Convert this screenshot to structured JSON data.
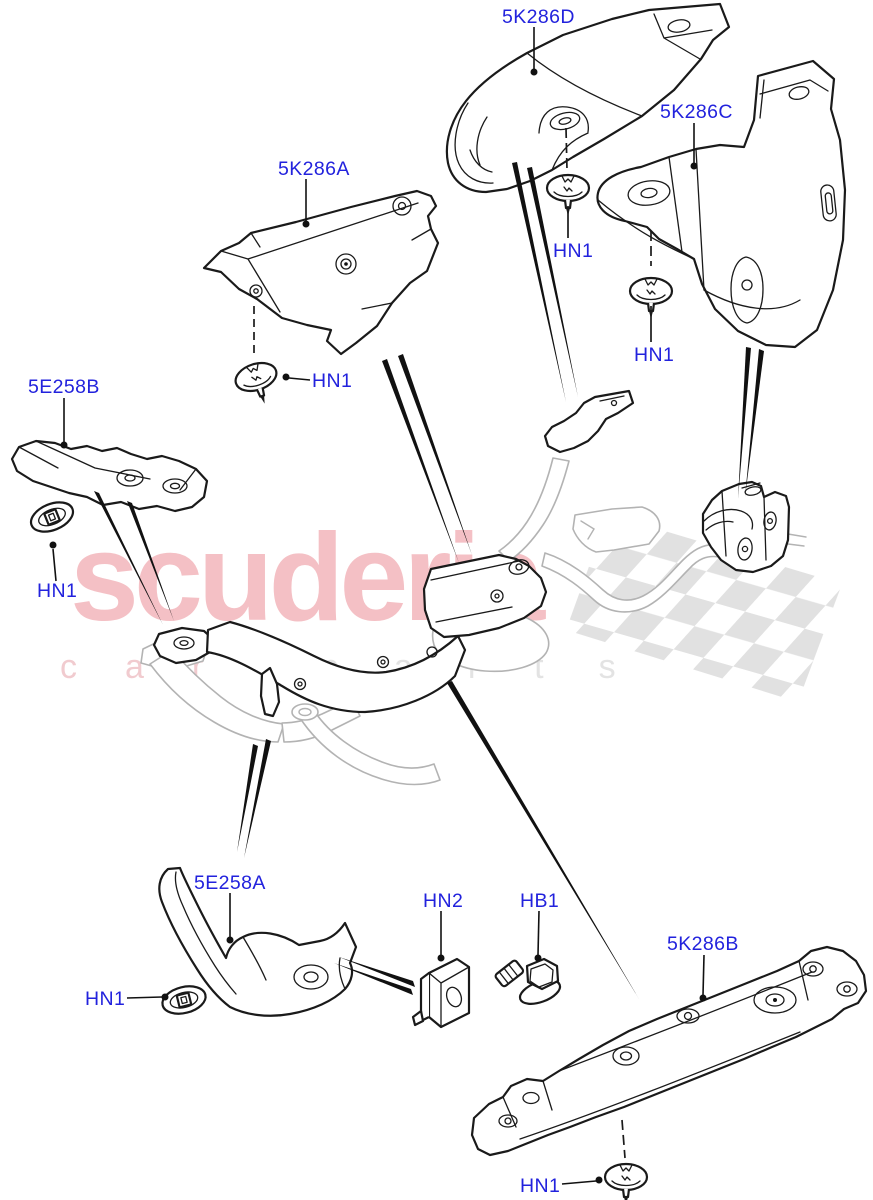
{
  "watermark": {
    "brand": "scuderia",
    "sub_left": "car",
    "sub_right": "parts"
  },
  "labels": {
    "shield_d": "5K286D",
    "shield_c": "5K286C",
    "shield_a": "5K286A",
    "shield_b": "5K286B",
    "heatshield_rear_b": "5E258B",
    "heatshield_rear_a": "5E258A",
    "nut_hn1": "HN1",
    "clipnut_hn2": "HN2",
    "bolt_hb1": "HB1"
  },
  "colors": {
    "callout_blue": "#2222dd",
    "line_black": "#1a1a1a",
    "exhaust_gray": "#b3b3b3",
    "flag_gray": "#dedede",
    "brand_pink": "#f3b6bb",
    "sub_pink": "#f0c6ca",
    "sub_gray": "#e2e2e2"
  }
}
